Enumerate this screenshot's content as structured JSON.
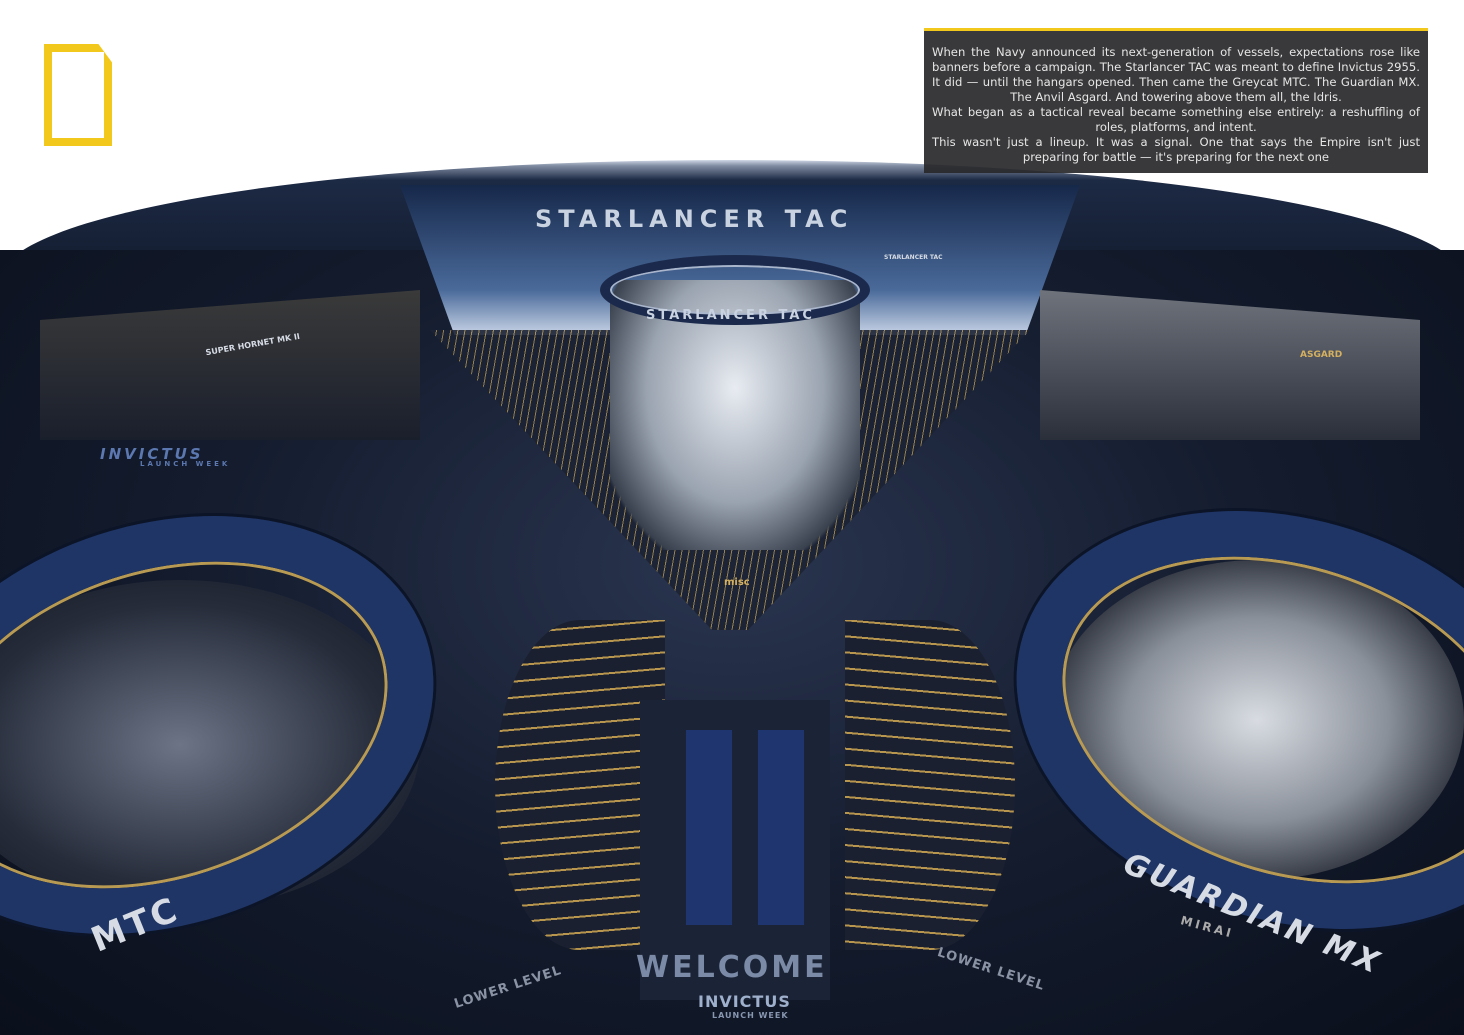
{
  "header": {
    "title": "REDEFINING THE LINE",
    "subtitle": "THE STARS OF INVICTUS 2955"
  },
  "intro": {
    "paragraphs": [
      "When the Navy announced its next-generation of vessels, expectations rose like banners before a campaign. The Starlancer TAC was meant to define Invictus 2955. It did — until the hangars opened. Then came the Greycat MTC. The Guardian MX. The Anvil Asgard. And towering above them all, the Idris.",
      "What began as a tactical reveal became something else entirely: a reshuffling of roles, platforms, and intent.",
      "This wasn't just a lineup. It was a signal. One that says the Empire isn't just preparing for battle — it's preparing for the next one"
    ]
  },
  "scene": {
    "back_banner": "STARLANCER TAC",
    "halo_label": "STARLANCER TAC",
    "side_banner": "STARLANCER TAC",
    "left_ship": "SUPER HORNET MK II",
    "right_ship": "ASGARD",
    "left_sign": "INVICTUS",
    "left_sign_sub": "LAUNCH WEEK",
    "brand_center": "misc",
    "welcome": "WELCOME",
    "invictus": "INVICTUS",
    "launch_week": "LAUNCH WEEK",
    "lower_level_left": "LOWER LEVEL",
    "lower_level_right": "LOWER LEVEL",
    "ring_left": "MTC",
    "ring_right": "GUARDIAN MX",
    "brand_right": "MIRAI"
  },
  "colors": {
    "accent": "#f2c81c",
    "ring": "#1f3566",
    "trim": "#b89a52"
  }
}
